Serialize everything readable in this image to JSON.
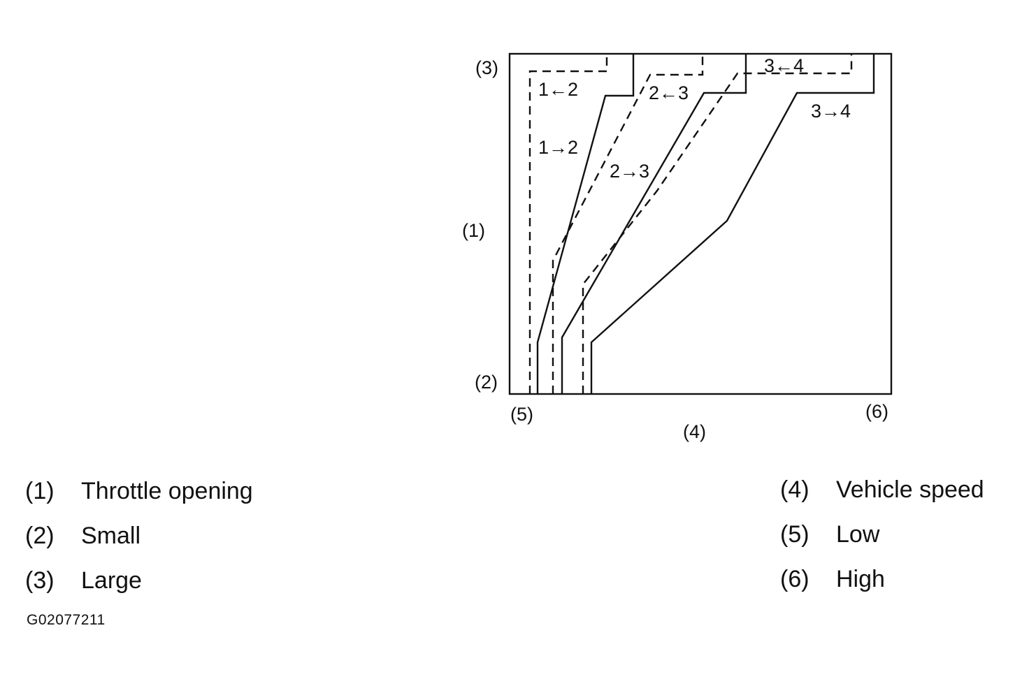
{
  "diagram": {
    "callouts": {
      "axis_y": "(1)",
      "y_small": "(2)",
      "y_large": "(3)",
      "axis_x": "(4)",
      "x_low": "(5)",
      "x_high": "(6)"
    },
    "shift_labels": {
      "down_1_2": "1←2",
      "up_1_2": "1→2",
      "down_2_3": "2←3",
      "up_2_3": "2→3",
      "down_3_4": "3←4",
      "up_3_4": "3→4"
    }
  },
  "legend": [
    {
      "num": "(1)",
      "text": "Throttle opening"
    },
    {
      "num": "(2)",
      "text": "Small"
    },
    {
      "num": "(3)",
      "text": "Large"
    },
    {
      "num": "(4)",
      "text": "Vehicle speed"
    },
    {
      "num": "(5)",
      "text": "Low"
    },
    {
      "num": "(6)",
      "text": "High"
    }
  ],
  "figure_id": "G02077211",
  "colors": {
    "ink": "#111111",
    "background": "#ffffff"
  }
}
